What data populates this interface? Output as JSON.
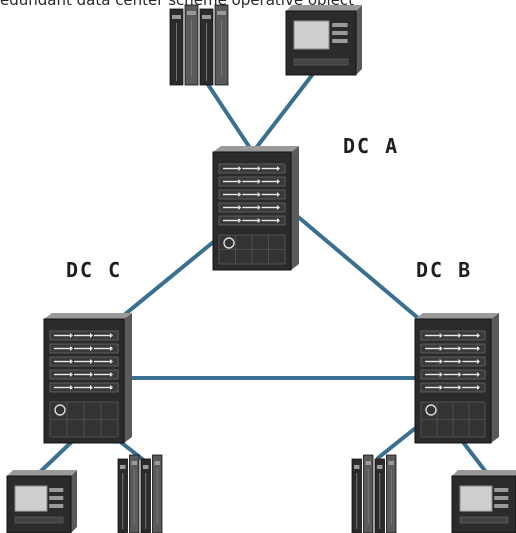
{
  "header_fragment": "edundant data center scheme operative object",
  "labels": {
    "dc_a": "DC  A",
    "dc_b": "DC  B",
    "dc_c": "DC  C"
  },
  "colors": {
    "link": "#3b6f8f",
    "device_dark": "#2b2b2b",
    "device_mid": "#5a5a5a",
    "device_light": "#9a9a9a",
    "screen": "#cfcfcf"
  },
  "diagram": {
    "nodes": [
      {
        "id": "dc-a",
        "kind": "core-switch",
        "label_key": "dc_a"
      },
      {
        "id": "dc-b",
        "kind": "core-switch",
        "label_key": "dc_b"
      },
      {
        "id": "dc-c",
        "kind": "core-switch",
        "label_key": "dc_c"
      },
      {
        "id": "a-server",
        "kind": "server-rack"
      },
      {
        "id": "a-terminal",
        "kind": "terminal"
      },
      {
        "id": "b-server",
        "kind": "server-rack"
      },
      {
        "id": "b-terminal",
        "kind": "terminal"
      },
      {
        "id": "c-terminal",
        "kind": "terminal"
      },
      {
        "id": "c-server",
        "kind": "server-rack"
      }
    ],
    "edges": [
      [
        "dc-a",
        "dc-c"
      ],
      [
        "dc-a",
        "dc-b"
      ],
      [
        "dc-c",
        "dc-b"
      ],
      [
        "a-server",
        "dc-a"
      ],
      [
        "a-terminal",
        "dc-a"
      ],
      [
        "b-server",
        "dc-b"
      ],
      [
        "b-terminal",
        "dc-b"
      ],
      [
        "c-terminal",
        "dc-c"
      ],
      [
        "c-server",
        "dc-c"
      ]
    ]
  }
}
